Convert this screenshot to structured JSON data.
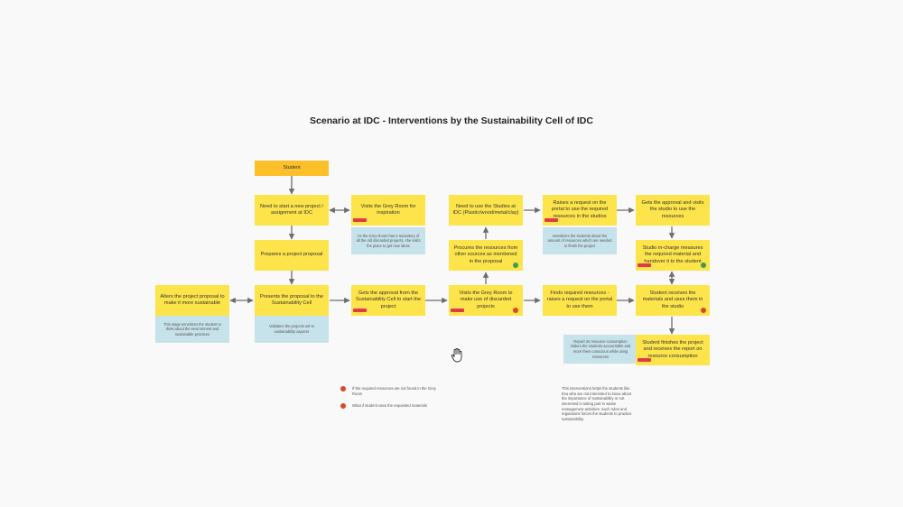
{
  "title": "Scenario at IDC - Interventions by the Sustainability Cell of IDC",
  "nodes": {
    "student": "Student",
    "need_start": "Need to start a new project / assignment at IDC",
    "visits_grey_inspiration": "Visits the Grey Room for inspiration",
    "need_studios": "Need to use the Studios at IDC (Plastic/wood/metal/clay)",
    "raises_request": "Raises a request on the portal to use the required resources in the studios",
    "gets_approval_studio": "Gets the approval and visits the studio to use the resources",
    "prepares_proposal": "Prepares a project proposal",
    "procures_resources": "Procures the resources from other sources as mentioned in the proposal",
    "incharge_measures": "Studio in-charge measures the required material and handover it to the student",
    "alters_proposal": "Alters the project proposal to make it more sustainable",
    "presents_proposal": "Presents the proposal to the Sustainability Cell",
    "gets_approval_cell": "Gets the approval from the Sustainability Cell to start the project",
    "visits_grey_discarded": "Visits the Grey Room to make use of discarded projects",
    "finds_resources": "Finds required resources - raises a request on the portal to use them",
    "receives_materials": "Student receives the materials and uses them in the studio",
    "finishes_project": "Student finishes the project and receives the report on resource consumption"
  },
  "notes": {
    "grey_room": "As the Grey Room has a repository of all the old discarded projects, she visits the place to get new ideas",
    "sensitizes_resources": "Sensitizes the students about the amount of resources which are needed to finish the project",
    "sensitizes_environment": "This stage sensitizes the student to think about the environment and sustainable practices",
    "validates": "Validates the projects wrt to sustainability aspects",
    "report": "Report on resource consumption makes the students accountable and more them conscious while using resources"
  },
  "legend": {
    "red_1": "If the required resources are not found in the Grey Room",
    "red_2": "What if student uses the requested materials"
  },
  "side_note": "This interventions helps the students like Eva who are not interested to know about the importance of sustainability or not interested in taking part in waste management activities. Such rules and regulations forces the students to practice sustainability.",
  "colors": {
    "sticky": "#fde44a",
    "sticky_header": "#fdc02a",
    "note": "#c6e2ea",
    "tag": "#e03a4a",
    "red_dot": "#d9472b",
    "green_dot": "#3e9a4e",
    "arrow": "#6d6d6d"
  },
  "icons": {
    "cursor": "hand-cursor-icon"
  }
}
